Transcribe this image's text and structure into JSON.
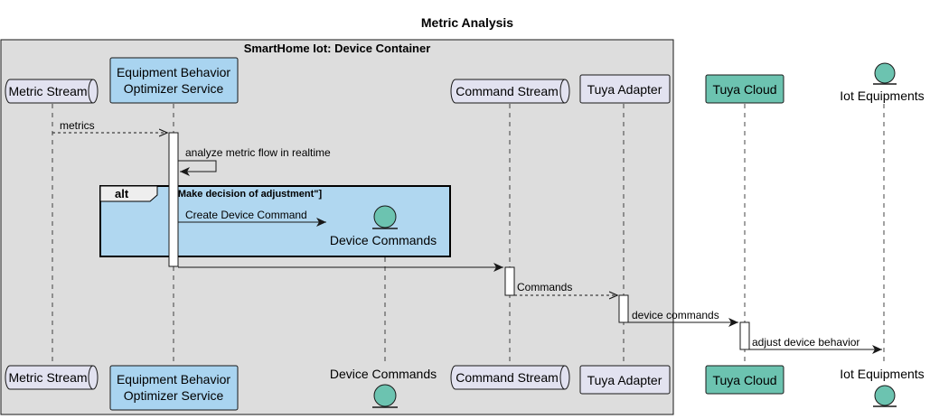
{
  "title": "Metric Analysis",
  "container": {
    "title": "SmartHome Iot: Device Container"
  },
  "participants": {
    "metric_stream": "Metric Stream",
    "optimizer_line1": "Equipment Behavior",
    "optimizer_line2": "Optimizer Service",
    "device_commands": "Device Commands",
    "command_stream": "Command Stream",
    "tuya_adapter": "Tuya Adapter",
    "tuya_cloud": "Tuya Cloud",
    "iot_equipments": "Iot Equipments"
  },
  "messages": {
    "metrics": "metrics",
    "analyze": "analyze metric flow in realtime",
    "create": "Create Device Command",
    "commands": "Commands",
    "device_commands": "device commands",
    "adjust": "adjust device behavior"
  },
  "alt": {
    "keyword": "alt",
    "condition": "[\"Make decision of adjustment\"]"
  },
  "colors": {
    "container_fill": "#dddddd",
    "participant_fill": "#e2e2f0",
    "optimizer_fill": "#a9d4f0",
    "entity_fill": "#6cc3b0",
    "alt_fill": "#b0d7f0"
  }
}
